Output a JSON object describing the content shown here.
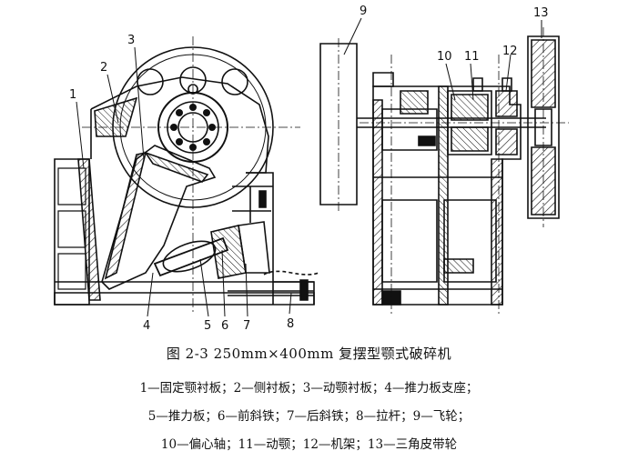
{
  "figure": {
    "callouts": [
      "1",
      "2",
      "3",
      "4",
      "5",
      "6",
      "7",
      "8",
      "9",
      "10",
      "11",
      "12",
      "13"
    ]
  },
  "caption": "图 2-3   250mm×400mm 复摆型颚式破碎机",
  "legend": [
    "1—固定颚衬板；2—侧衬板；3—动颚衬板；4—推力板支座；",
    "5—推力板；6—前斜铁；7—后斜铁；8—拉杆；9—飞轮；",
    "10—偏心轴；11—动颚；12—机架；13—三角皮带轮"
  ],
  "colors": {
    "ink": "#111111",
    "paper": "#ffffff"
  }
}
